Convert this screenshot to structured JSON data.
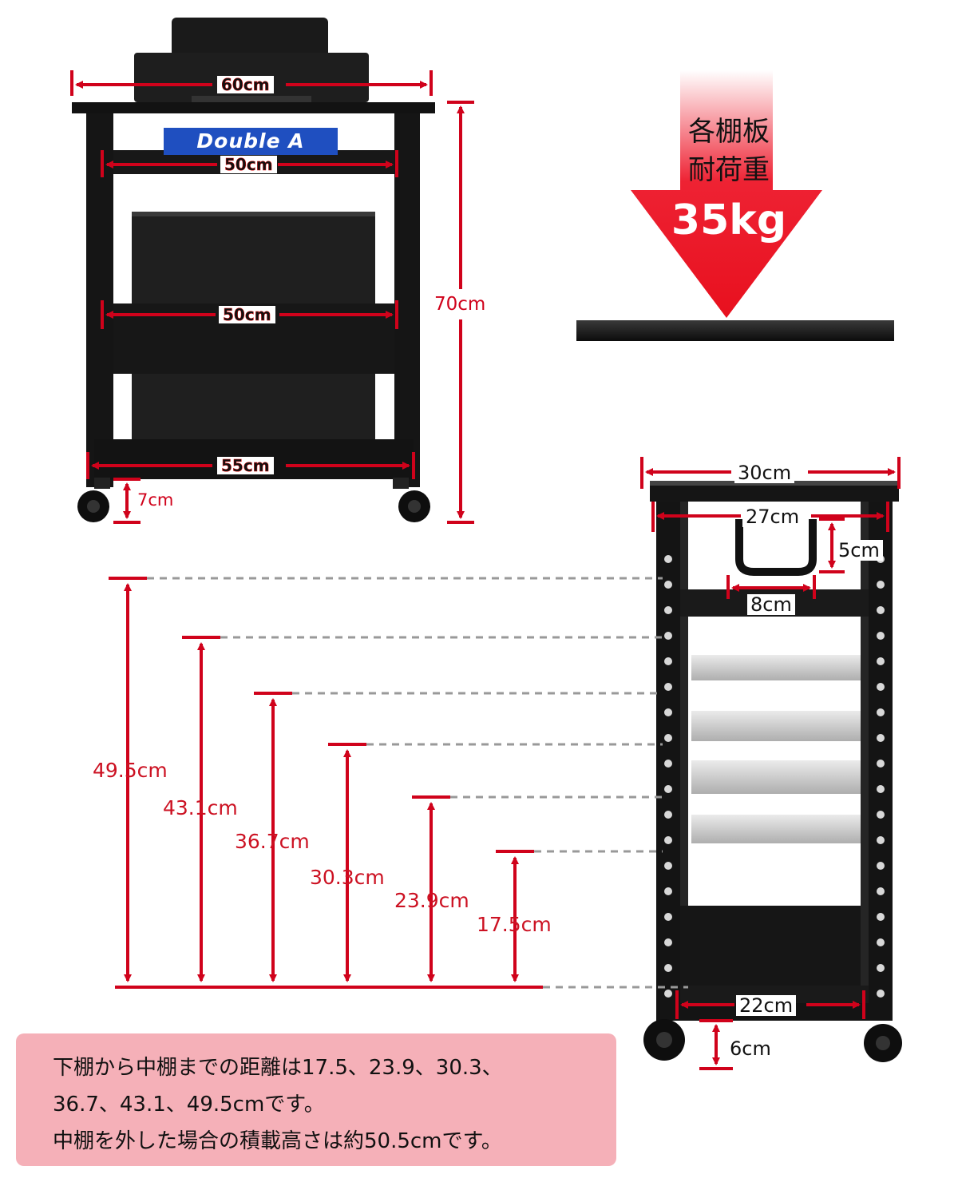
{
  "brand_logo": "Double A",
  "load_label": {
    "line1": "各棚板",
    "line2": "耐荷重",
    "weight": "35kg"
  },
  "front_view": {
    "top_width": "60cm",
    "upper_inner_width": "50cm",
    "middle_inner_width": "50cm",
    "bottom_width": "55cm",
    "total_height": "70cm",
    "caster_height": "7cm"
  },
  "side_view": {
    "depth": "30cm",
    "inner_depth": "27cm",
    "handle_height": "5cm",
    "handle_width": "8cm",
    "bottom_depth": "22cm",
    "caster_height": "6cm"
  },
  "shelf_heights": [
    "49.5cm",
    "43.1cm",
    "36.7cm",
    "30.3cm",
    "23.9cm",
    "17.5cm"
  ],
  "note": {
    "line1": "下棚から中棚までの距離は17.5、23.9、30.3、",
    "line2": "36.7、43.1、49.5cmです。",
    "line3": "中棚を外した場合の積載高さは約50.5cmです。"
  },
  "colors": {
    "dimension_red": "#d0021b",
    "shelf_black": "#141414",
    "note_background": "#f5b0b8",
    "arrow_red": "#e8101e",
    "brand_blue": "#1f4fc0"
  }
}
